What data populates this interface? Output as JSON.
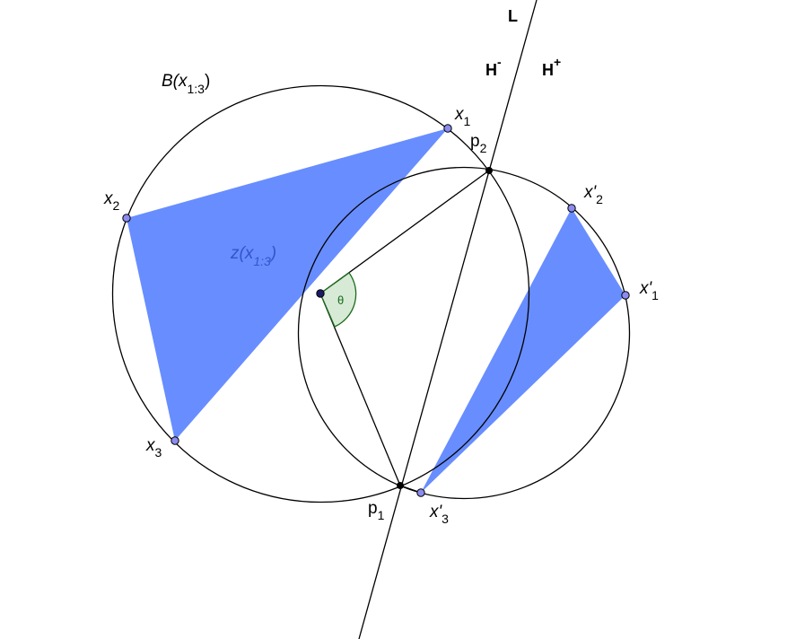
{
  "colors": {
    "triangle_fill": "#4d79ff",
    "point_fill": "#8b8bf0",
    "center_fill": "#1a1a66",
    "angle_stroke": "#1b6b1b",
    "angle_fill": "#d6ead6",
    "z_label": "#3355cc",
    "theta_label": "#1b6b1b"
  },
  "labels": {
    "line": "L",
    "h_minus": {
      "base": "H",
      "sup": "-"
    },
    "h_plus": {
      "base": "H",
      "sup": "+"
    },
    "ball": {
      "pre": "B(",
      "var": "x",
      "sub": "1:3",
      "post": ")"
    },
    "centroid": {
      "pre": "z(",
      "var": "x",
      "sub": "1:3",
      "post": ")"
    },
    "x1": {
      "base": "x",
      "sub": "1"
    },
    "x2": {
      "base": "x",
      "sub": "2"
    },
    "x3": {
      "base": "x",
      "sub": "3"
    },
    "x1p": {
      "base": "x'",
      "sub": "1"
    },
    "x2p": {
      "base": "x'",
      "sub": "2"
    },
    "x3p": {
      "base": "x'",
      "sub": "3"
    },
    "p1": {
      "base": "p",
      "sub": "1"
    },
    "p2": {
      "base": "p",
      "sub": "2"
    },
    "theta": "θ"
  }
}
